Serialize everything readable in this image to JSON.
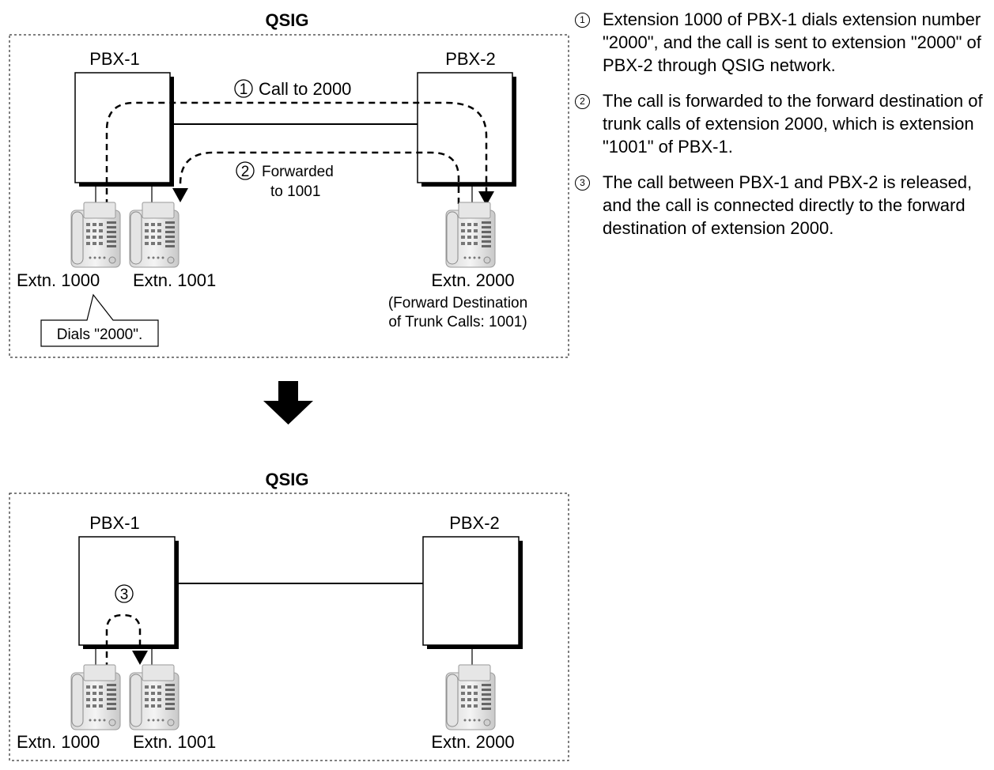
{
  "top": {
    "title": "QSIG",
    "pbx1": "PBX-1",
    "pbx2": "PBX-2",
    "step1_num": "1",
    "step1_label": "Call to 2000",
    "step2_num": "2",
    "step2_label_line1": "Forwarded",
    "step2_label_line2": "to 1001",
    "ext1000": "Extn. 1000",
    "ext1001": "Extn. 1001",
    "ext2000": "Extn. 2000",
    "ext2000_note_line1": "(Forward Destination",
    "ext2000_note_line2": "of Trunk Calls: 1001)",
    "callout": "Dials \"2000\"."
  },
  "bottom": {
    "title": "QSIG",
    "pbx1": "PBX-1",
    "pbx2": "PBX-2",
    "step3_num": "3",
    "ext1000": "Extn. 1000",
    "ext1001": "Extn. 1001",
    "ext2000": "Extn. 2000"
  },
  "notes": [
    {
      "num": "1",
      "text": "Extension 1000 of PBX-1 dials extension number \"2000\", and the call is sent to extension \"2000\" of PBX-2 through QSIG network."
    },
    {
      "num": "2",
      "text": "The call is forwarded to the forward destination of trunk calls of extension 2000, which is extension \"1001\" of PBX-1."
    },
    {
      "num": "3",
      "text": "The call between PBX-1 and PBX-2 is released, and the call is connected directly to the forward destination of extension 2000."
    }
  ]
}
